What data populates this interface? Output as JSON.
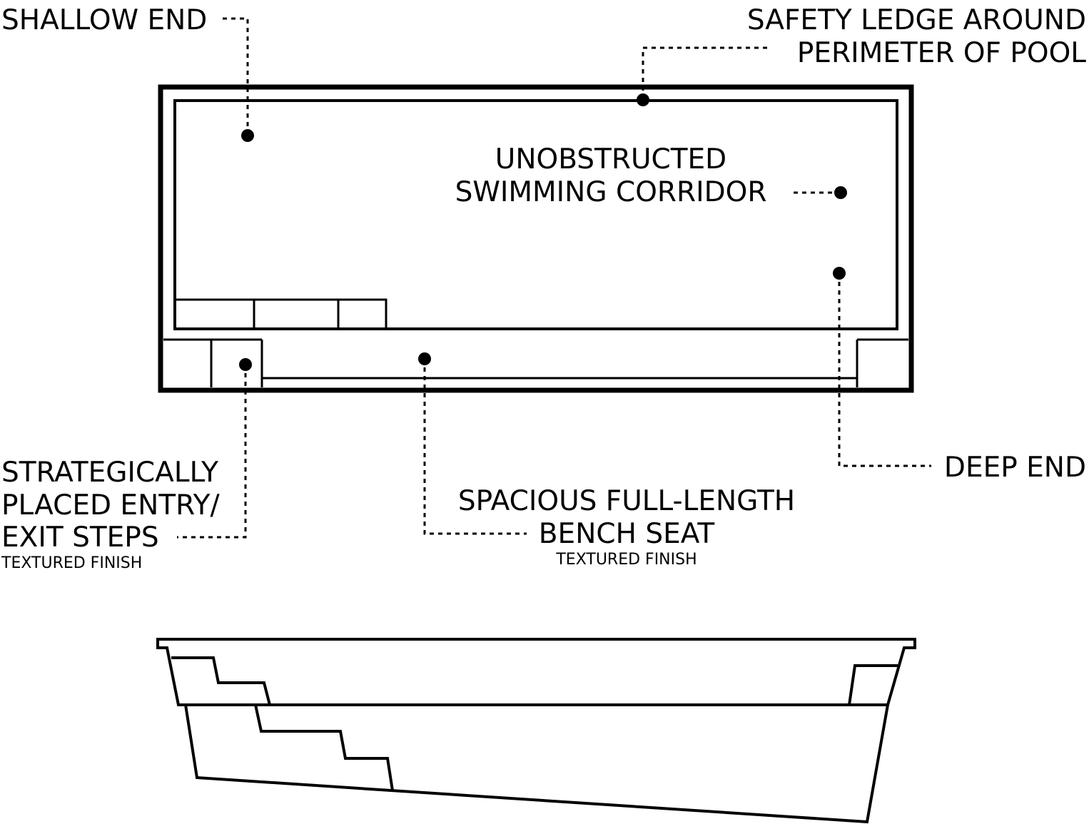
{
  "labels": {
    "shallow_end": "SHALLOW END",
    "safety_ledge_line1": "SAFETY LEDGE AROUND",
    "safety_ledge_line2": "PERIMETER OF POOL",
    "corridor_line1": "UNOBSTRUCTED",
    "corridor_line2": "SWIMMING CORRIDOR",
    "deep_end": "DEEP END",
    "steps_line1": "STRATEGICALLY",
    "steps_line2": "PLACED ENTRY/",
    "steps_line3": "EXIT STEPS",
    "steps_finish": "TEXTURED FINISH",
    "bench_line1": "SPACIOUS FULL-LENGTH",
    "bench_line2": "BENCH SEAT",
    "bench_finish": "TEXTURED FINISH"
  },
  "colors": {
    "line": "#000000",
    "background": "#ffffff"
  }
}
